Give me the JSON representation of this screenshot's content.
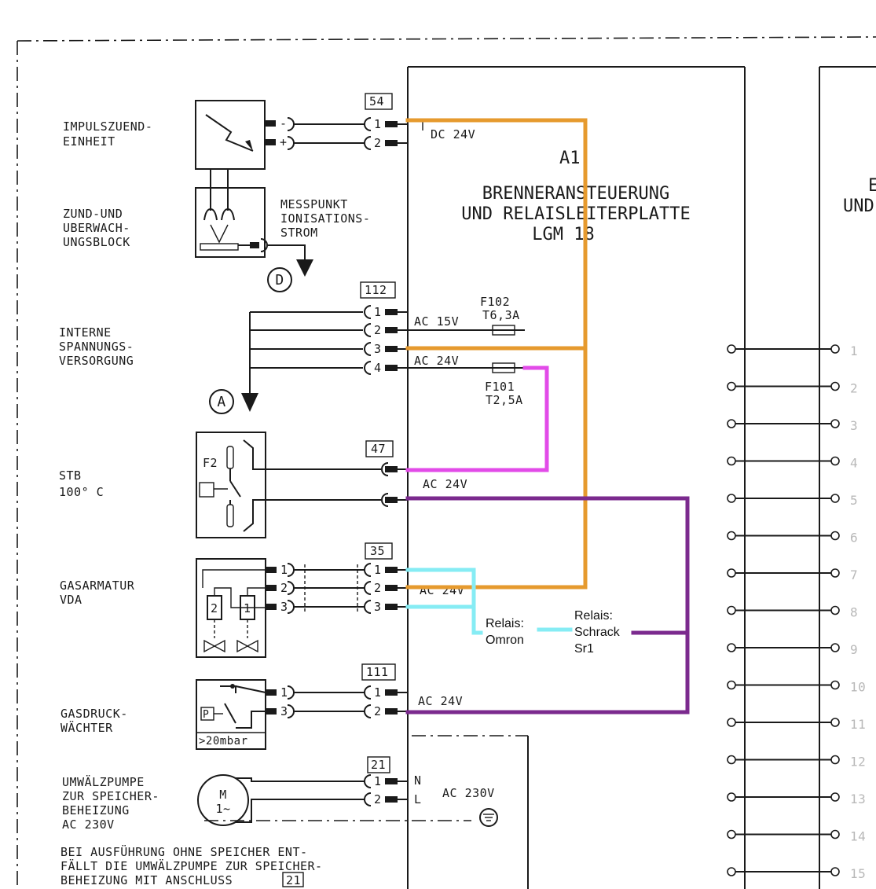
{
  "colors": {
    "orange": "#e69a2e",
    "magenta": "#e24be8",
    "purple": "#7b2a8e",
    "cyan": "#86ecf4",
    "line": "#1a1a1a"
  },
  "board": {
    "id": "A1",
    "title_line1": "BRENNERANSTEUERUNG",
    "title_line2": "UND RELAISLEITERPLATTE",
    "title_line3": "LGM 18"
  },
  "right_board": {
    "letter": "E",
    "partial": "UND"
  },
  "components": {
    "ignition": {
      "line1": "IMPULSZUEND-",
      "line2": "EINHEIT"
    },
    "ignition_block": {
      "line1": "ZUND-UND",
      "line2": "UBERWACH-",
      "line3": "UNGSBLOCK"
    },
    "measure": {
      "line1": "MESSPUNKT",
      "line2": "IONISATIONS-",
      "line3": "STROM"
    },
    "supply": {
      "line1": "INTERNE",
      "line2": "SPANNUNGS-",
      "line3": "VERSORGUNG"
    },
    "stb": {
      "line1": "STB",
      "line2": "100° C",
      "fuse_label": "F2"
    },
    "gas_valve": {
      "line1": "GASARMATUR",
      "line2": "VDA",
      "coil1": "2",
      "coil2": "1"
    },
    "gas_pressure": {
      "line1": "GASDRUCK-",
      "line2": "WÄCHTER",
      "threshold": ">20mbar",
      "sensor": "P"
    },
    "pump": {
      "line1": "UMWÄLZPUMPE",
      "line2": "ZUR SPEICHER-",
      "line3": "BEHEIZUNG",
      "line4": "AC 230V",
      "motor1": "M",
      "motor2": "1~"
    },
    "footnote": {
      "line1": "BEI AUSFÜHRUNG OHNE SPEICHER ENT-",
      "line2": "FÄLLT DIE UMWÄLZPUMPE ZUR SPEICHER-",
      "line3": "BEHEIZUNG MIT ANSCHLUSS",
      "ref": "21"
    }
  },
  "connectors": {
    "c54": "54",
    "c112": "112",
    "c47": "47",
    "c35": "35",
    "c111": "111",
    "c21": "21"
  },
  "voltages": {
    "dc24": "DC 24V",
    "ac15": "AC 15V",
    "ac24_112": "AC 24V",
    "ac24_stb": "AC 24V",
    "ac24_35": "AC 24V",
    "ac24_111": "AC 24V",
    "ac230": "AC 230V"
  },
  "fuses": {
    "f102_name": "F102",
    "f102_value": "T6,3A",
    "f101_name": "F101",
    "f101_value": "T2,5A"
  },
  "pump_terminals": {
    "n": "N",
    "l": "L"
  },
  "pins": {
    "p1": "1",
    "p2": "2",
    "p3": "3",
    "p4": "4",
    "minus": "-",
    "plus": "+"
  },
  "markers": {
    "d": "D",
    "a": "A"
  },
  "relays": {
    "omron_line1": "Relais:",
    "omron_line2": "Omron",
    "schrack_line1": "Relais:",
    "schrack_line2": "Schrack",
    "schrack_line3": "Sr1"
  },
  "terminal_numbers": [
    "1",
    "2",
    "3",
    "4",
    "5",
    "6",
    "7",
    "8",
    "9",
    "10",
    "11",
    "12",
    "13",
    "14",
    "15"
  ]
}
